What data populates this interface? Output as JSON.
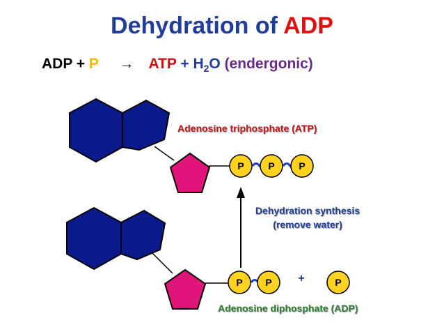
{
  "title": {
    "prefix": "Dehydration of",
    "highlight": "ADP"
  },
  "equation": {
    "adp": "ADP +",
    "p": "P",
    "arrow": "→",
    "atp": "ATP",
    "plus": "+ H",
    "sub": "2",
    "o": "O",
    "note": "(endergonic)"
  },
  "labels": {
    "atp_name": "Adenosine triphosphate (ATP)",
    "adp_name": "Adenosine diphosphate (ADP)",
    "dehydration_line1": "Dehydration synthesis",
    "dehydration_line2": "(remove water)"
  },
  "phosphate_label": "P",
  "plus_sign": "+",
  "colors": {
    "base": "#0a1a8c",
    "sugar": "#e0157a",
    "phosphate": "#ffd21f",
    "bond": "#1a3fd0",
    "title": "#1f3d99",
    "adp_red": "#e01010"
  }
}
